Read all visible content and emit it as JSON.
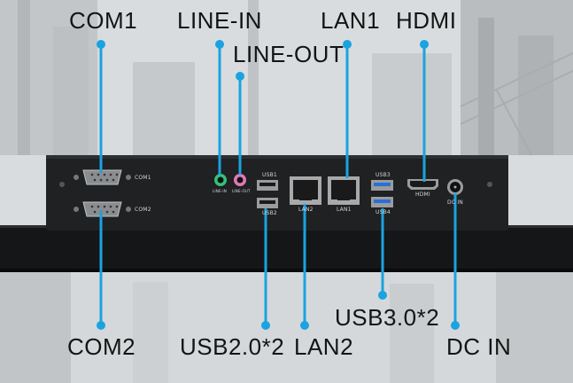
{
  "callouts": {
    "com1": "COM1",
    "line_in": "LINE-IN",
    "line_out": "LINE-OUT",
    "lan1": "LAN1",
    "hdmi": "HDMI",
    "com2": "COM2",
    "usb2": "USB2.0*2",
    "lan2": "LAN2",
    "usb3": "USB3.0*2",
    "dc_in": "DC IN"
  },
  "port_labels": {
    "com1": "COM1",
    "com2": "COM2",
    "line_in": "LINE-IN",
    "line_out": "LINE-OUT",
    "usb1": "USB1",
    "usb2": "USB2",
    "lan2": "LAN2",
    "lan1": "LAN1",
    "usb3": "USB3",
    "usb4": "USB4",
    "hdmi": "HDMI",
    "dc_in": "DC IN"
  },
  "colors": {
    "callout_line": "#1aa3e0",
    "panel": "#1f2123",
    "usb3_blue": "#2a6fd6",
    "line_in_green": "#33c27a",
    "line_out_pink": "#e07ab4"
  }
}
